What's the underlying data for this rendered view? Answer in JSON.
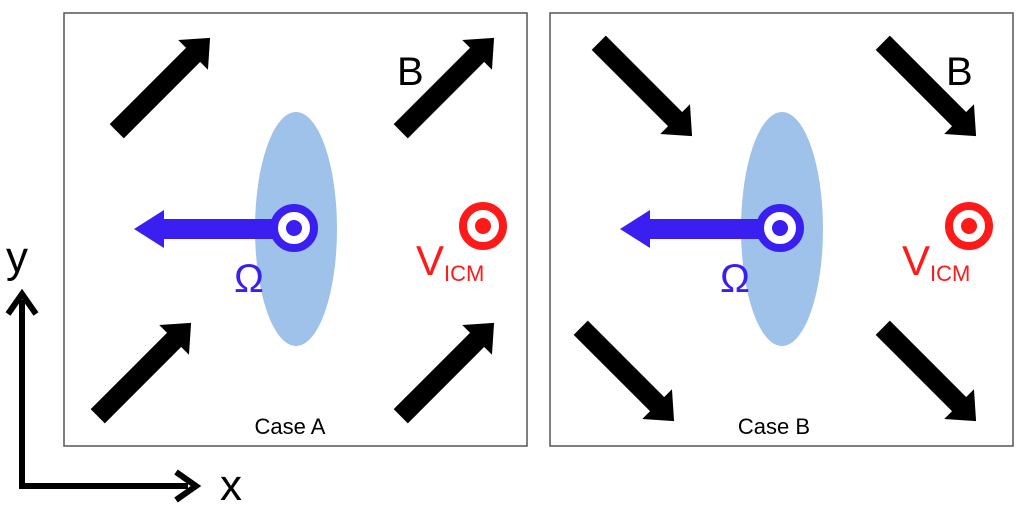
{
  "axes": {
    "x_label": "x",
    "y_label": "y"
  },
  "panels": [
    {
      "caption": "Case A",
      "field_label": "B",
      "field_direction": "up-right",
      "omega_label": "Ω",
      "v_label": "V",
      "v_subscript": "ICM"
    },
    {
      "caption": "Case B",
      "field_label": "B",
      "field_direction": "down-right",
      "omega_label": "Ω",
      "v_label": "V",
      "v_subscript": "ICM"
    }
  ],
  "colors": {
    "field_arrow": "#000000",
    "omega": "#3a1ff0",
    "v_icm": "#ff1a1a",
    "galaxy": "#9fc2ea",
    "frame": "#555555"
  }
}
